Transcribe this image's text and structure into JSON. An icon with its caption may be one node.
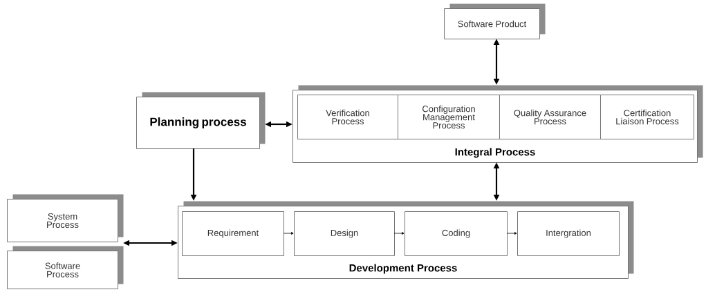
{
  "diagram": {
    "nodes": [
      {
        "text": [
          "Software Product"
        ]
      },
      {
        "text": [
          "Planning process"
        ]
      },
      {
        "text": [
          "Integral Process"
        ]
      },
      {
        "text": [
          "Verification Process"
        ],
        "in": 2
      },
      {
        "text": [
          "Configuration Management Process"
        ],
        "in": 2
      },
      {
        "text": [
          "Quality Assurance Process"
        ],
        "in": 2
      },
      {
        "text": [
          "Certification Liaison Process"
        ],
        "in": 2
      },
      {
        "text": [
          "System Process"
        ]
      },
      {
        "text": [
          "Software Process"
        ]
      },
      {
        "text": [
          "Development Process"
        ]
      },
      {
        "text": [
          "Requirement"
        ],
        "in": 9
      },
      {
        "text": [
          "Design"
        ],
        "in": 9
      },
      {
        "text": [
          "Coding"
        ],
        "in": 9
      },
      {
        "text": [
          "Intergration"
        ],
        "in": 9
      }
    ],
    "edges": [
      {
        "from": 0,
        "to": 2,
        "arrow": "both"
      },
      {
        "from": 1,
        "to": 2,
        "arrow": "both"
      },
      {
        "from": 1,
        "to": 9,
        "arrow": "to"
      },
      {
        "from": 2,
        "to": 9,
        "arrow": "both"
      },
      {
        "from": 7,
        "to": 9,
        "arrow": "both"
      },
      {
        "from": 8,
        "to": 9,
        "arrow": "both"
      },
      {
        "from": 10,
        "to": 11,
        "arrow": "to"
      },
      {
        "from": 11,
        "to": 12,
        "arrow": "to"
      },
      {
        "from": 12,
        "to": 13,
        "arrow": "to"
      }
    ]
  }
}
